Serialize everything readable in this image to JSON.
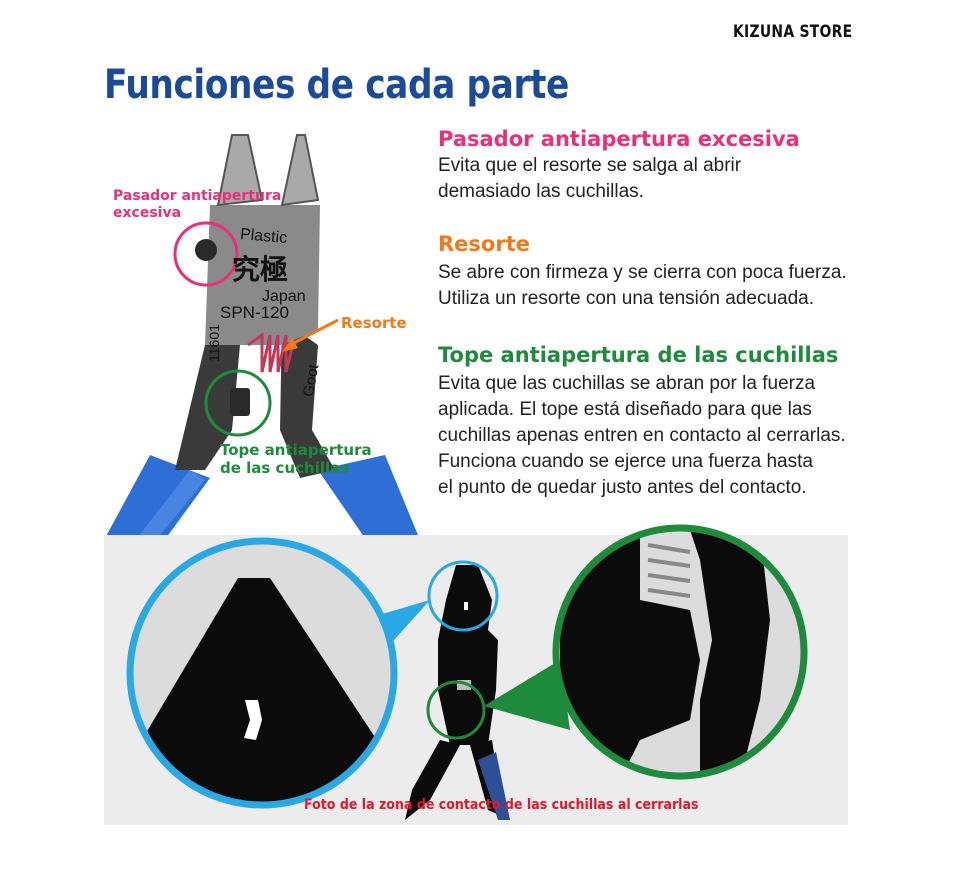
{
  "store_name": "KIZUNA STORE",
  "title": "Funciones de cada parte",
  "sections": [
    {
      "heading": "Pasador antiapertura excesiva",
      "color": "#e8307a",
      "lines": [
        "Evita que el resorte se salga al abrir",
        "demasiado las cuchillas."
      ]
    },
    {
      "heading": "Resorte",
      "color": "#f07a1a",
      "lines": [
        "Se abre con firmeza y se cierra con poca fuerza.",
        "Utiliza un resorte con una tensión adecuada."
      ]
    },
    {
      "heading": "Tope antiapertura de las cuchillas",
      "color": "#1e8a3c",
      "lines": [
        "Evita que las cuchillas se abran por la fuerza",
        "aplicada. El tope está diseñado para que las",
        "cuchillas apenas entren en contacto al cerrarlas.",
        "Funciona cuando se ejerce una fuerza hasta",
        "el punto de quedar justo antes del contacto."
      ]
    }
  ],
  "callouts": {
    "pin": [
      "Pasador antiapertura",
      "excesiva"
    ],
    "spring": "Resorte",
    "stop": [
      "Tope antiapertura",
      "de las cuchillas"
    ]
  },
  "tool_markings": {
    "brand": "Plastic",
    "kanji": "究極",
    "origin": "Japan",
    "model": "SPN-120",
    "serial": "11601",
    "maker": "Goot"
  },
  "caption": "Foto de la zona de contacto de las cuchillas al cerrarlas",
  "colors": {
    "title_blue": "#1b4a9a",
    "pink": "#e8307a",
    "orange": "#f07a1a",
    "green": "#1e8a3c",
    "light_blue": "#29a8e6",
    "handle_blue": "#2d6fd6",
    "caption_red": "#e6162b"
  }
}
